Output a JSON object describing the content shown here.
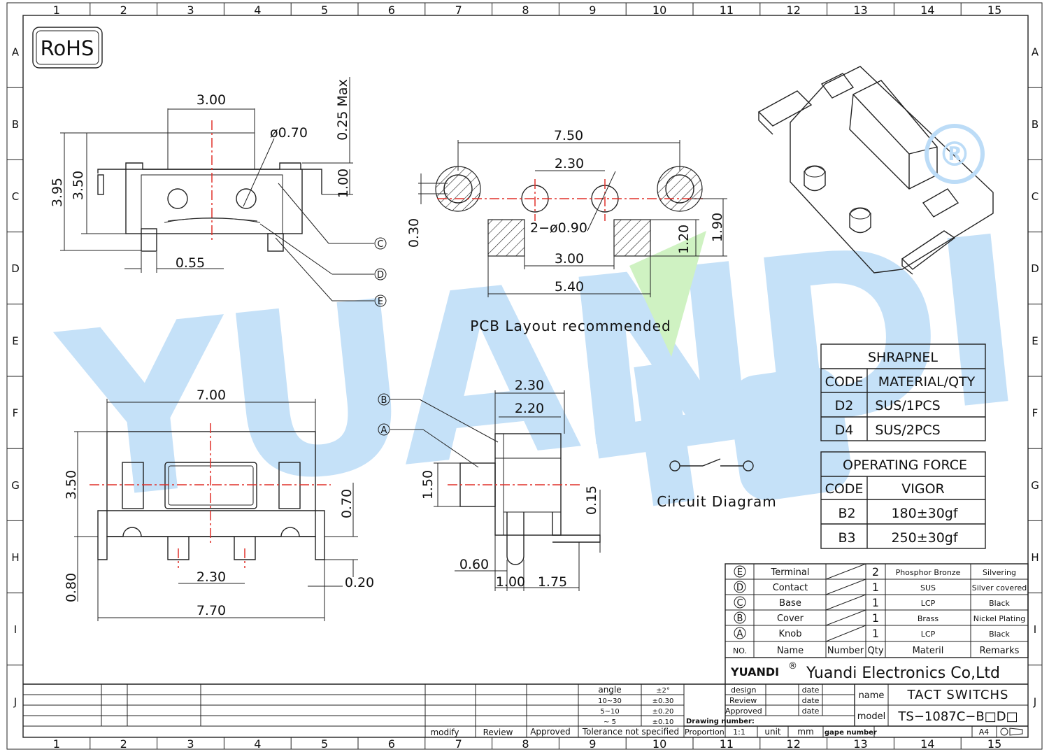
{
  "grid": {
    "columns": [
      "1",
      "2",
      "3",
      "4",
      "5",
      "6",
      "7",
      "8",
      "9",
      "10",
      "11",
      "12",
      "13",
      "14",
      "15"
    ],
    "rows": [
      "A",
      "B",
      "C",
      "D",
      "E",
      "F",
      "G",
      "H",
      "I",
      "J"
    ]
  },
  "rohs": "RoHS",
  "watermark": {
    "text": "YUANDI",
    "color": "#bcdcf7",
    "green": "#c7f0b8"
  },
  "registered": "®",
  "side_view": {
    "d_300": "3.00",
    "d_phi070": "ø0.70",
    "d_025max": "0.25 Max",
    "d_395": "3.95",
    "d_350": "3.50",
    "d_100": "1.00",
    "d_055": "0.55",
    "callout_c": "C",
    "callout_d": "D",
    "callout_e": "E"
  },
  "pcb": {
    "d_750": "7.50",
    "d_230": "2.30",
    "d_2phi090": "2−ø0.90",
    "d_030": "0.30",
    "d_120": "1.20",
    "d_190": "1.90",
    "d_300": "3.00",
    "d_540": "5.40",
    "caption": "PCB Layout recommended"
  },
  "top_view": {
    "d_700": "7.00",
    "d_350": "3.50",
    "d_070": "0.70",
    "d_230": "2.30",
    "d_080": "0.80",
    "d_020": "0.20",
    "d_770": "7.70"
  },
  "end_view": {
    "callout_b": "B",
    "callout_a": "A",
    "d_230": "2.30",
    "d_220": "2.20",
    "d_150": "1.50",
    "d_015": "0.15",
    "d_060": "0.60",
    "d_100": "1.00",
    "d_175": "1.75"
  },
  "circuit": {
    "caption": "Circuit Diagram"
  },
  "shrapnel": {
    "title": "SHRAPNEL",
    "headers": [
      "CODE",
      "MATERIAL/QTY"
    ],
    "rows": [
      [
        "D2",
        "SUS/1PCS"
      ],
      [
        "D4",
        "SUS/2PCS"
      ]
    ]
  },
  "force": {
    "title": "OPERATING FORCE",
    "headers": [
      "CODE",
      "VIGOR"
    ],
    "rows": [
      [
        "B2",
        "180±30gf"
      ],
      [
        "B3",
        "250±30gf"
      ]
    ]
  },
  "bom": {
    "rows": [
      {
        "no": "E",
        "name": "Terminal",
        "qty": "2",
        "mat": "Phosphor Bronze",
        "rem": "Silvering"
      },
      {
        "no": "D",
        "name": "Contact",
        "qty": "1",
        "mat": "SUS",
        "rem": "Silver covered"
      },
      {
        "no": "C",
        "name": "Base",
        "qty": "1",
        "mat": "LCP",
        "rem": "Black"
      },
      {
        "no": "B",
        "name": "Cover",
        "qty": "1",
        "mat": "Brass",
        "rem": "Nickel Plating"
      },
      {
        "no": "A",
        "name": "Knob",
        "qty": "1",
        "mat": "LCP",
        "rem": "Black"
      }
    ],
    "headers": {
      "no": "NO.",
      "name": "Name",
      "number": "Number",
      "qty": "Qty",
      "mat": "Materil",
      "rem": "Remarks"
    }
  },
  "title_block": {
    "logo": "YUANDI",
    "logo_reg": "®",
    "company": "Yuandi Electronics Co,Ltd",
    "design": "design",
    "review": "Review",
    "approved": "Approved",
    "date": "date",
    "name_label": "name",
    "name_value": "TACT SWITCHS",
    "model_label": "model",
    "model_value": "TS−1087C−B□D□",
    "drawing_number": "Drawing number:",
    "proportion": "Proportion",
    "scale": "1:1",
    "unit": "unit",
    "unit_value": "mm",
    "gape_number": "gape number",
    "sheet": "A4"
  },
  "tolerance": {
    "rows": [
      [
        "angle",
        "±2°"
      ],
      [
        "10~30",
        "±0.30"
      ],
      [
        "5~10",
        "±0.20"
      ],
      [
        "~ 5",
        "±0.10"
      ]
    ],
    "footer": "Tolerance not specified"
  },
  "revision": {
    "modify": "modify",
    "review": "Review",
    "approved": "Approved"
  }
}
